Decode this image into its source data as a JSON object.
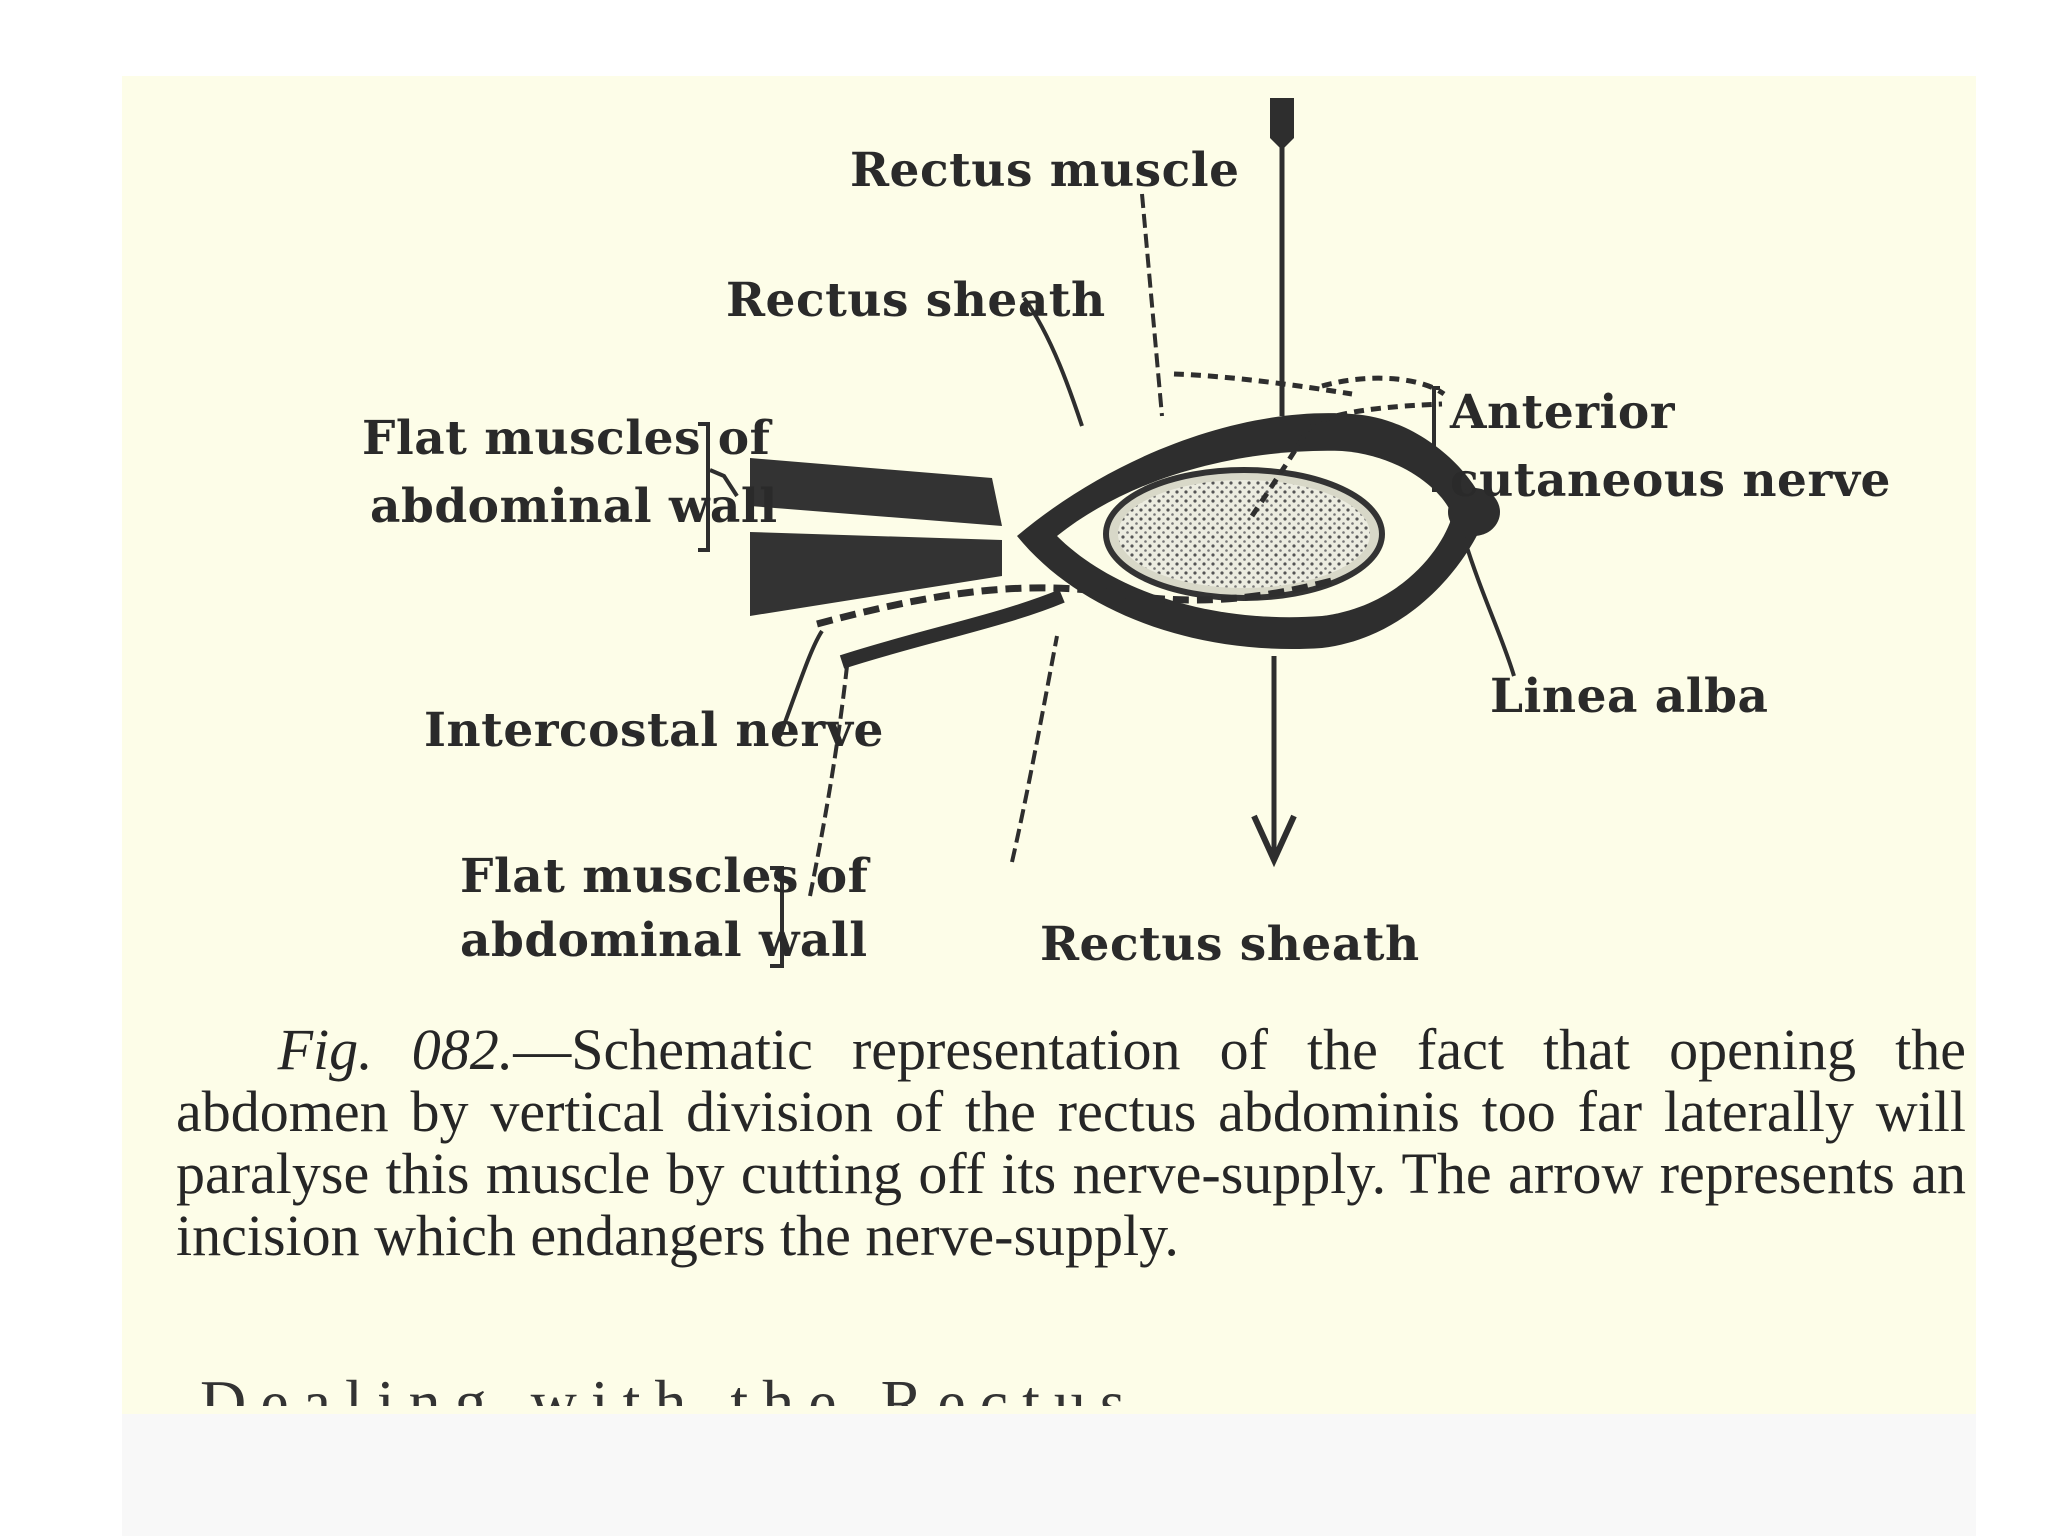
{
  "figure": {
    "labels": {
      "rectus_muscle": "Rectus muscle",
      "rectus_sheath_top": "Rectus sheath",
      "flat_muscles_top_line1": "Flat muscles of",
      "flat_muscles_top_line2": "abdominal wall",
      "anterior_cutaneous_line1": "Anterior",
      "anterior_cutaneous_line2": "cutaneous nerve",
      "linea_alba": "Linea alba",
      "intercostal_nerve": "Intercostal nerve",
      "flat_muscles_bottom_line1": "Flat muscles of",
      "flat_muscles_bottom_line2": "abdominal wall",
      "rectus_sheath_bottom": "Rectus sheath"
    },
    "caption": {
      "fig_label": "Fig. 082.",
      "text": "—Schematic representation of the fact that opening the abdomen by vertical division of the rectus abdominis too far laterally will paralyse this muscle by cutting off its nerve-supply. The arrow represents an incision which endangers the nerve-supply."
    },
    "next_heading": "Dealing with the Rectus"
  }
}
